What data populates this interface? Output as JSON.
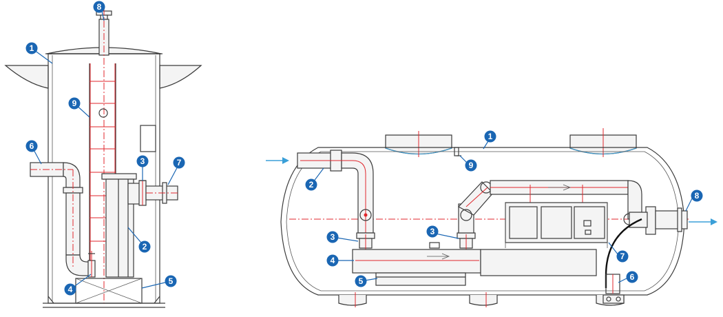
{
  "callouts": [
    {
      "id": "left-1",
      "label": "1"
    },
    {
      "id": "left-2",
      "label": "2"
    },
    {
      "id": "left-3",
      "label": "3"
    },
    {
      "id": "left-4",
      "label": "4"
    },
    {
      "id": "left-5",
      "label": "5"
    },
    {
      "id": "left-6",
      "label": "6"
    },
    {
      "id": "left-7",
      "label": "7"
    },
    {
      "id": "left-8",
      "label": "8"
    },
    {
      "id": "left-9",
      "label": "9"
    },
    {
      "id": "right-1",
      "label": "1"
    },
    {
      "id": "right-2",
      "label": "2"
    },
    {
      "id": "right-3a",
      "label": "3"
    },
    {
      "id": "right-3b",
      "label": "3"
    },
    {
      "id": "right-4",
      "label": "4"
    },
    {
      "id": "right-5",
      "label": "5"
    },
    {
      "id": "right-6",
      "label": "6"
    },
    {
      "id": "right-7",
      "label": "7"
    },
    {
      "id": "right-8",
      "label": "8"
    },
    {
      "id": "right-9",
      "label": "9"
    }
  ],
  "colors": {
    "callout": "#1a66b3",
    "centerline": "#e0262b",
    "flow_arrow": "#3a9fd8",
    "outline": "#3a3a3a"
  }
}
